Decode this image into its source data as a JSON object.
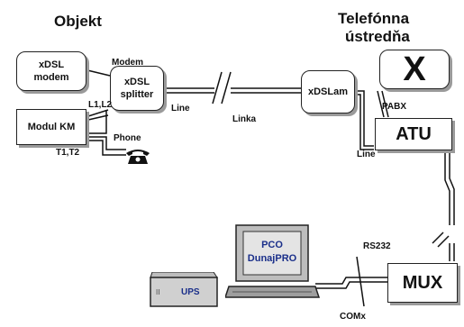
{
  "headers": {
    "object": "Objekt",
    "exchange_line1": "Telefónna",
    "exchange_line2": "ústredňa"
  },
  "nodes": {
    "xdsl_modem": "xDSL\nmodem",
    "modul_km": "Modul KM",
    "xdsl_splitter": "xDSL\nsplitter",
    "xdslam": "xDSLam",
    "pabx_device": "X",
    "atu": "ATU",
    "mux": "MUX",
    "pco": "PCO\nDunajPRO",
    "ups": "UPS",
    "ups_indicator": "II"
  },
  "link_labels": {
    "modem": "Modem",
    "l1l2": "L1,L2",
    "phone": "Phone",
    "t1t2": "T1,T2",
    "line_splitter": "Line",
    "linka": "Linka",
    "pabx": "PABX",
    "line_atu": "Line",
    "rs232": "RS232",
    "comx": "COMx"
  },
  "icons": [
    "telephone-icon",
    "computer-icon",
    "ups-icon"
  ],
  "colors": {
    "line": "#111111",
    "pc_text": "#1a2f8a",
    "ups_text": "#1a2f8a",
    "screen": "#d0d0d0"
  }
}
